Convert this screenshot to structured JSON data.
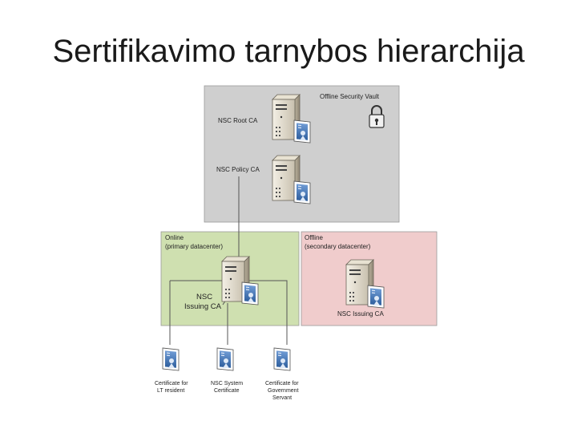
{
  "title": "Sertifikavimo tarnybos hierarchija",
  "zones": {
    "vault": {
      "label": "Offline Security Vault",
      "color": "#cfcfcf"
    },
    "online": {
      "label_line1": "Online",
      "label_line2": "(primary datacenter)",
      "color": "#cfe0b0"
    },
    "offline": {
      "label_line1": "Offline",
      "label_line2": "(secondary datacenter)",
      "color": "#f0cccc"
    }
  },
  "nodes": {
    "root_ca": {
      "label": "NSC Root CA"
    },
    "policy_ca": {
      "label": "NSC Policy CA"
    },
    "issuing_online": {
      "label_line1": "NSC",
      "label_line2": "Issuing CA"
    },
    "issuing_offline": {
      "label": "NSC Issuing CA"
    }
  },
  "certificates": [
    {
      "line1": "Certificate for",
      "line2": "LT resident",
      "line3": ""
    },
    {
      "line1": "NSC System",
      "line2": "Certificate",
      "line3": ""
    },
    {
      "line1": "Certificate for",
      "line2": "Government",
      "line3": "Servant"
    }
  ]
}
